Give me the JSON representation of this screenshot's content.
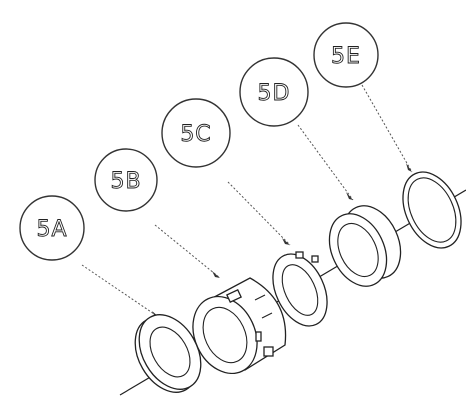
{
  "diagram": {
    "callouts": [
      {
        "id": "5a",
        "label": "5A"
      },
      {
        "id": "5b",
        "label": "5B"
      },
      {
        "id": "5c",
        "label": "5C"
      },
      {
        "id": "5d",
        "label": "5D"
      },
      {
        "id": "5e",
        "label": "5E"
      }
    ]
  }
}
